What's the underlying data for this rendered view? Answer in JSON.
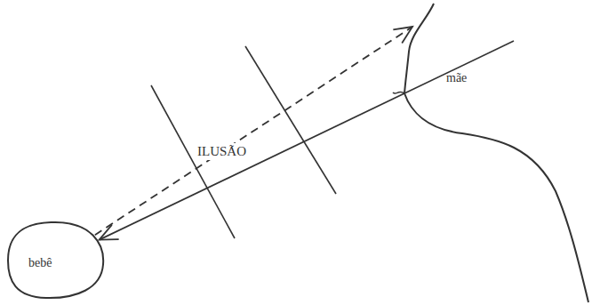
{
  "diagram": {
    "nodes": [
      {
        "text": [
          "bebê"
        ]
      },
      {
        "text": [
          "mãe"
        ]
      }
    ],
    "edges": [
      {
        "from": 0,
        "to": 1,
        "arrow": "to"
      },
      {
        "from": 1,
        "to": 0,
        "arrow": "to"
      }
    ],
    "labels": [
      "ILUSÃO"
    ]
  }
}
